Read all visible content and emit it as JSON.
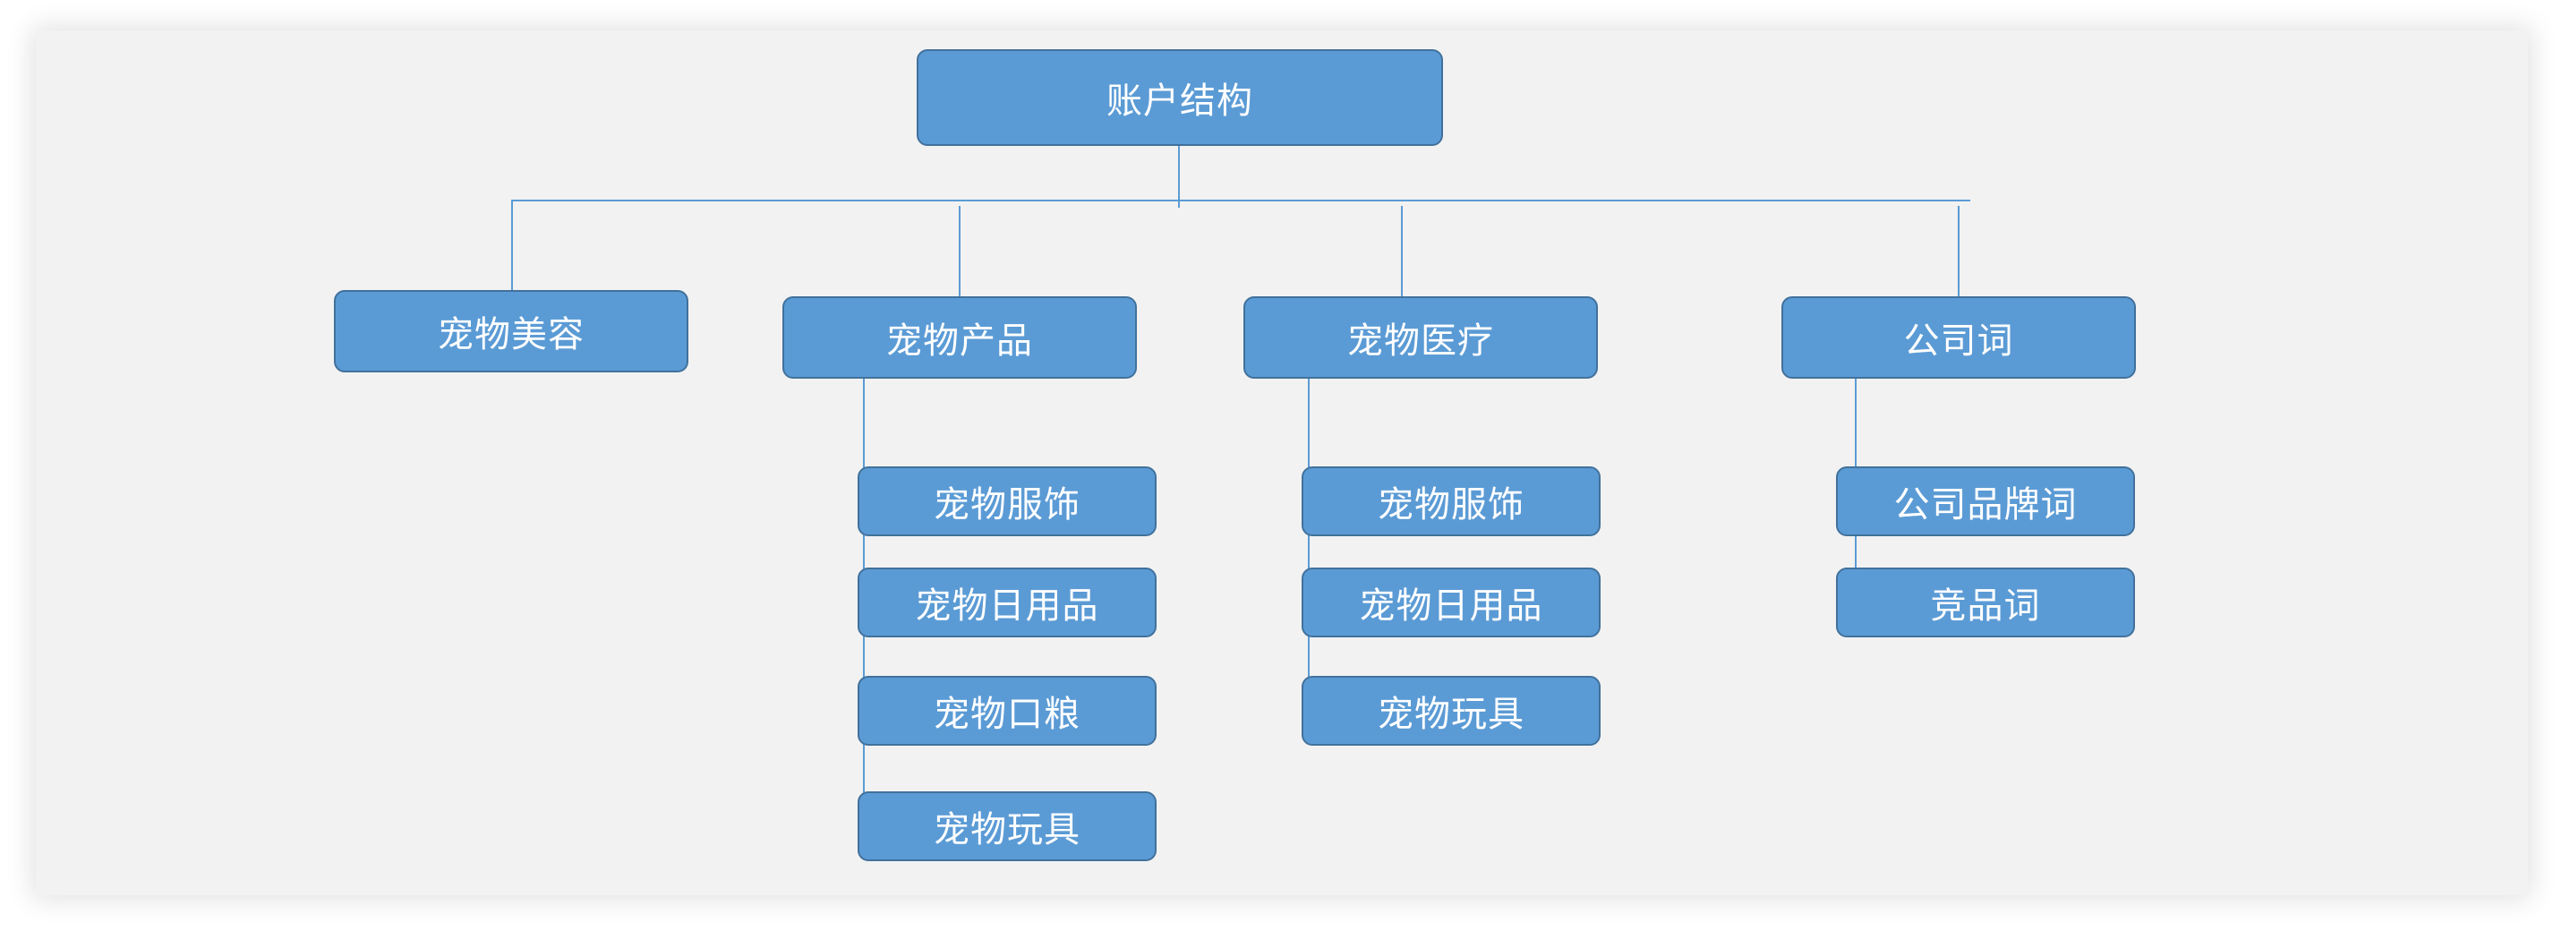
{
  "root": {
    "label": "账户结构"
  },
  "categories": [
    {
      "label": "宠物美容"
    },
    {
      "label": "宠物产品",
      "children": [
        {
          "label": "宠物服饰"
        },
        {
          "label": "宠物日用品"
        },
        {
          "label": "宠物口粮"
        },
        {
          "label": "宠物玩具"
        }
      ]
    },
    {
      "label": "宠物医疗",
      "children": [
        {
          "label": "宠物服饰"
        },
        {
          "label": "宠物日用品"
        },
        {
          "label": "宠物玩具"
        }
      ]
    },
    {
      "label": "公司词",
      "children": [
        {
          "label": "公司品牌词"
        },
        {
          "label": "竞品词"
        }
      ]
    }
  ],
  "colors": {
    "node_fill": "#5b9bd5",
    "node_border": "#41719c",
    "connector": "#5b9bd5",
    "panel": "#f2f2f2"
  }
}
